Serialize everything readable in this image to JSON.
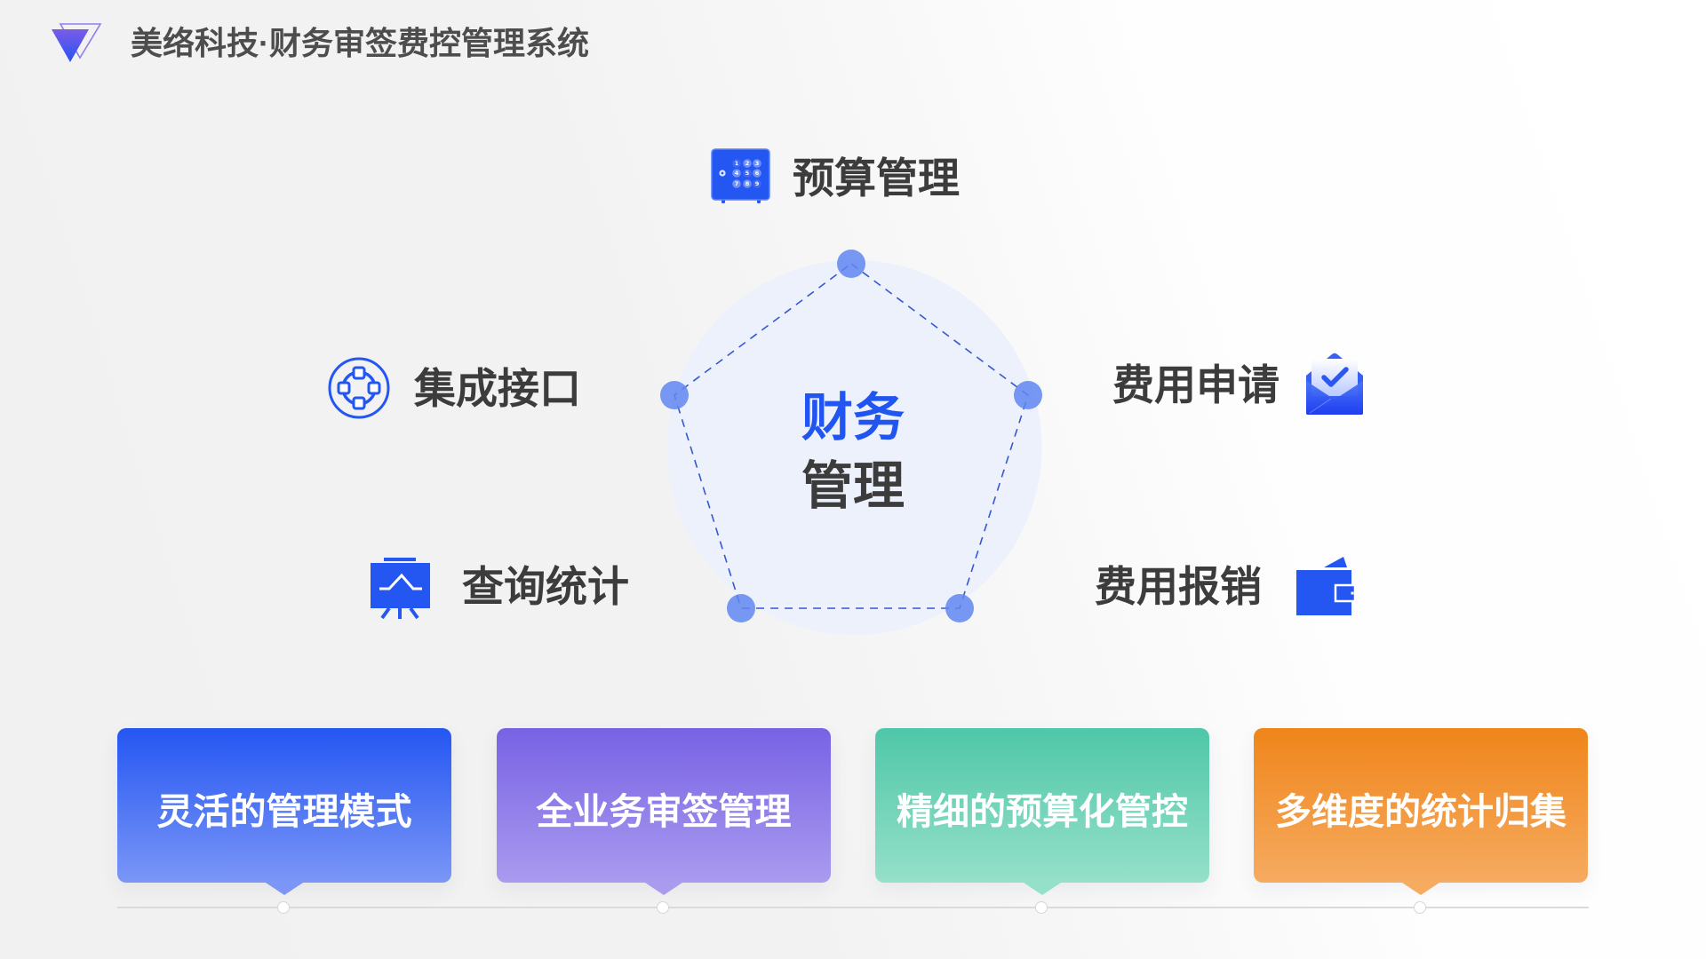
{
  "theme": {
    "icon_color": "#2456f2"
  },
  "header": {
    "title": "美络科技·财务审签费控管理系统",
    "logo_icon": "triangle-logo-icon"
  },
  "hub": {
    "title_line1": "财务",
    "title_line2": "管理",
    "accent_color": "#2155f2",
    "circle_color": "#edf1fb",
    "line_color": "#3458d4",
    "node_color": "#5f86f1"
  },
  "modules": [
    {
      "label": "预算管理",
      "icon": "safe-keypad-icon",
      "keypad_digits": [
        "1",
        "2",
        "3",
        "4",
        "5",
        "6",
        "7",
        "8",
        "9"
      ]
    },
    {
      "label": "费用申请",
      "icon": "envelope-check-icon"
    },
    {
      "label": "费用报销",
      "icon": "wallet-icon"
    },
    {
      "label": "查询统计",
      "icon": "presentation-chart-icon"
    },
    {
      "label": "集成接口",
      "icon": "network-nodes-icon"
    }
  ],
  "features": [
    {
      "label": "灵活的管理模式",
      "color_top": "#2456f2",
      "color_bottom": "#7b96f6"
    },
    {
      "label": "全业务审签管理",
      "color_top": "#7862e4",
      "color_bottom": "#aa9bef"
    },
    {
      "label": "精细的预算化管控",
      "color_top": "#4fc7a8",
      "color_bottom": "#95e0c9"
    },
    {
      "label": "多维度的统计归集",
      "color_top": "#f0851a",
      "color_bottom": "#f6ab60"
    }
  ]
}
